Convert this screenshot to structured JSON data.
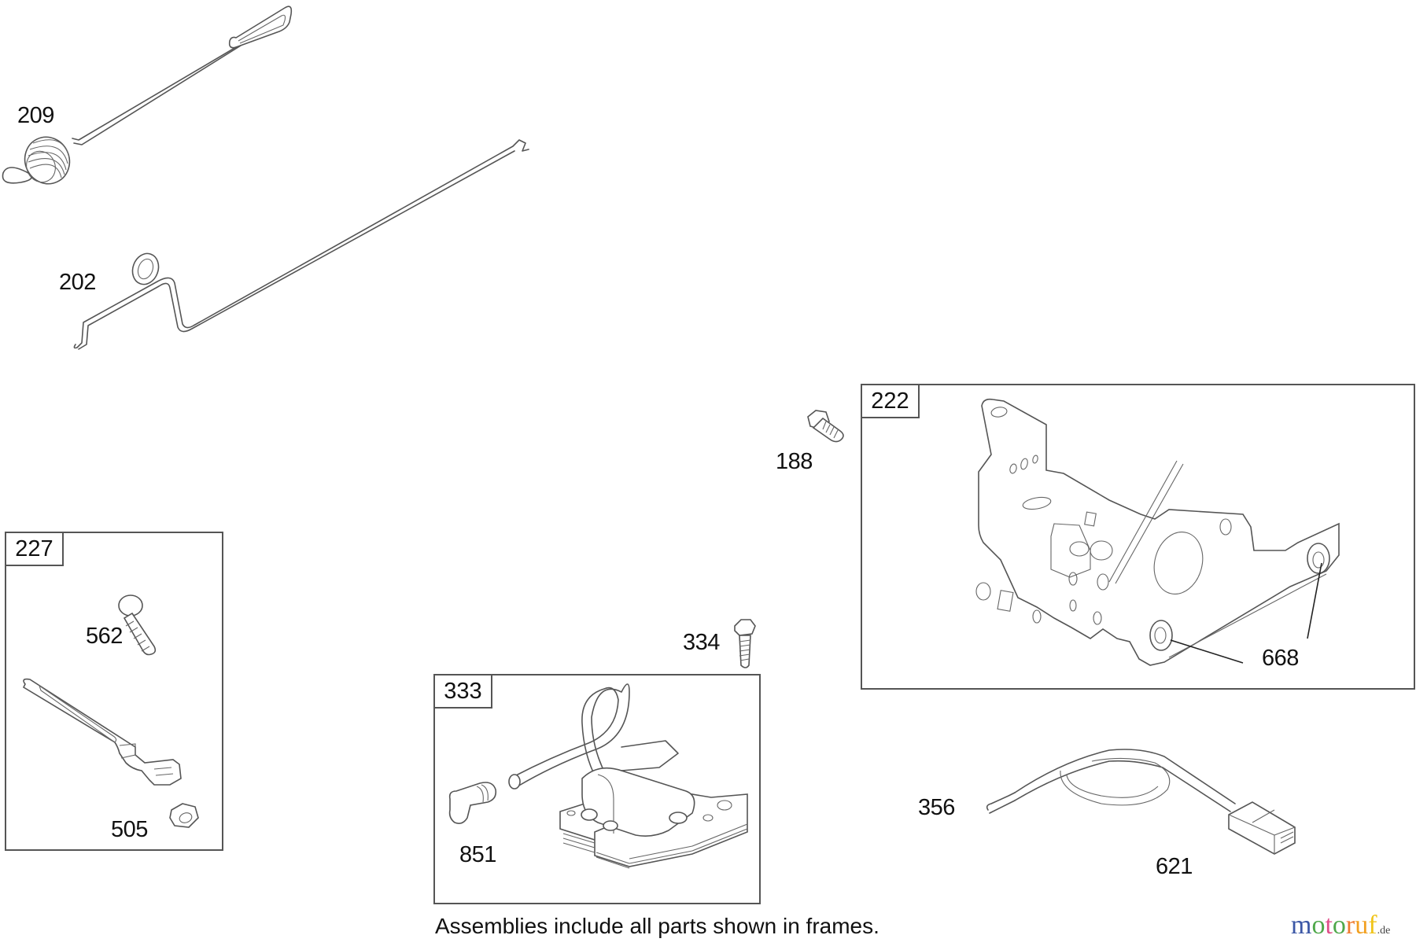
{
  "diagram": {
    "parts": [
      {
        "id": "209",
        "label": "209",
        "description": "governor spring"
      },
      {
        "id": "202",
        "label": "202",
        "description": "governor link"
      },
      {
        "id": "188",
        "label": "188",
        "description": "screw"
      },
      {
        "id": "562",
        "label": "562",
        "description": "screw"
      },
      {
        "id": "505",
        "label": "505",
        "description": "nut"
      },
      {
        "id": "334",
        "label": "334",
        "description": "screw"
      },
      {
        "id": "851",
        "label": "851",
        "description": "spark plug terminal"
      },
      {
        "id": "668",
        "label": "668",
        "description": "grommet"
      },
      {
        "id": "356",
        "label": "356",
        "description": "ground wire"
      },
      {
        "id": "621",
        "label": "621",
        "description": "connector"
      }
    ],
    "frames": [
      {
        "id": "227",
        "label": "227"
      },
      {
        "id": "333",
        "label": "333"
      },
      {
        "id": "222",
        "label": "222"
      }
    ],
    "footer_note": "Assemblies include all parts shown in frames."
  },
  "logo": {
    "letters": [
      {
        "char": "m",
        "color": "#3b57a6"
      },
      {
        "char": "o",
        "color": "#4fa84a"
      },
      {
        "char": "t",
        "color": "#e0508a"
      },
      {
        "char": "o",
        "color": "#4fa84a"
      },
      {
        "char": "r",
        "color": "#ef7b2e"
      },
      {
        "char": "u",
        "color": "#f2a020"
      },
      {
        "char": "f",
        "color": "#f0c419"
      }
    ],
    "tld": ".de"
  }
}
